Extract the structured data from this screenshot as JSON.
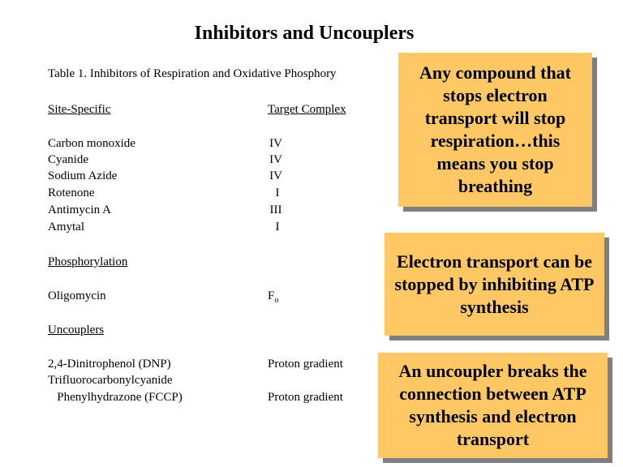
{
  "slide": {
    "title": "Inhibitors and Uncouplers",
    "table_caption": "Table 1.  Inhibitors of Respiration and Oxidative Phosphory",
    "headers": {
      "site_specific": "Site-Specific",
      "target_complex": "Target Complex"
    },
    "site_specific_rows": [
      {
        "compound": "Carbon monoxide",
        "target": "IV"
      },
      {
        "compound": "Cyanide",
        "target": "IV"
      },
      {
        "compound": "Sodium Azide",
        "target": "IV"
      },
      {
        "compound": "Rotenone",
        "target": "I"
      },
      {
        "compound": "Antimycin A",
        "target": "III"
      },
      {
        "compound": "Amytal",
        "target": "I"
      }
    ],
    "phosphorylation": {
      "heading": "Phosphorylation",
      "rows": [
        {
          "compound": "Oligomycin",
          "target_main": "F",
          "target_sub": "o"
        }
      ]
    },
    "uncouplers": {
      "heading": "Uncouplers",
      "rows": [
        {
          "compound": "2,4-Dinitrophenol (DNP)",
          "target": "Proton gradient"
        },
        {
          "compound": "Trifluorocarbonylcyanide",
          "target": ""
        },
        {
          "compound": "   Phenylhydrazone (FCCP)",
          "target": "Proton gradient"
        }
      ]
    },
    "callouts": [
      {
        "text": "Any compound that stops electron transport will stop respiration…this means you stop breathing"
      },
      {
        "text": "Electron transport can be stopped by inhibiting ATP synthesis"
      },
      {
        "text": "An uncoupler breaks the connection between ATP synthesis and electron transport"
      }
    ],
    "colors": {
      "callout_fill": "#ffc865",
      "callout_shadow": "#7f7f7f"
    }
  }
}
